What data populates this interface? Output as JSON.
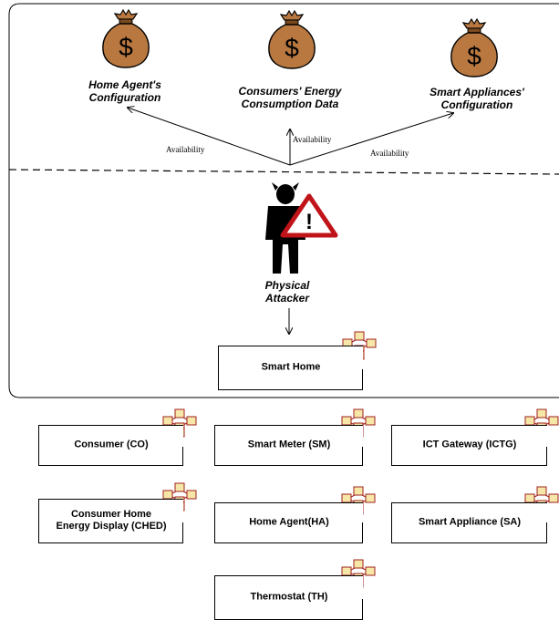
{
  "assets": [
    {
      "id": "home-agent-config",
      "label": "Home Agent's\nConfiguration"
    },
    {
      "id": "consumers-energy-data",
      "label": "Consumers' Energy\nConsumption Data"
    },
    {
      "id": "smart-appliances-config",
      "label": "Smart Appliances'\nConfiguration"
    }
  ],
  "money_symbol": "$",
  "availability_label": "Availability",
  "attacker": {
    "label": "Physical\nAttacker",
    "warning_symbol": "!"
  },
  "smart_home_label": "Smart Home",
  "components": [
    {
      "id": "co",
      "label": "Consumer (CO)"
    },
    {
      "id": "sm",
      "label": "Smart Meter (SM)"
    },
    {
      "id": "ictg",
      "label": "ICT Gateway (ICTG)"
    },
    {
      "id": "ched",
      "label": "Consumer Home\nEnergy Display (CHED)"
    },
    {
      "id": "ha",
      "label": "Home Agent(HA)"
    },
    {
      "id": "sa",
      "label": "Smart Appliance (SA)"
    },
    {
      "id": "th",
      "label": "Thermostat (TH)"
    }
  ],
  "colors": {
    "bag": "#b97840",
    "bag_dark": "#7a4a1f",
    "warning": "#c0141a",
    "component_icon": "#f6e7a8",
    "component_icon_stroke": "#a0201e",
    "figure": "#000000"
  }
}
